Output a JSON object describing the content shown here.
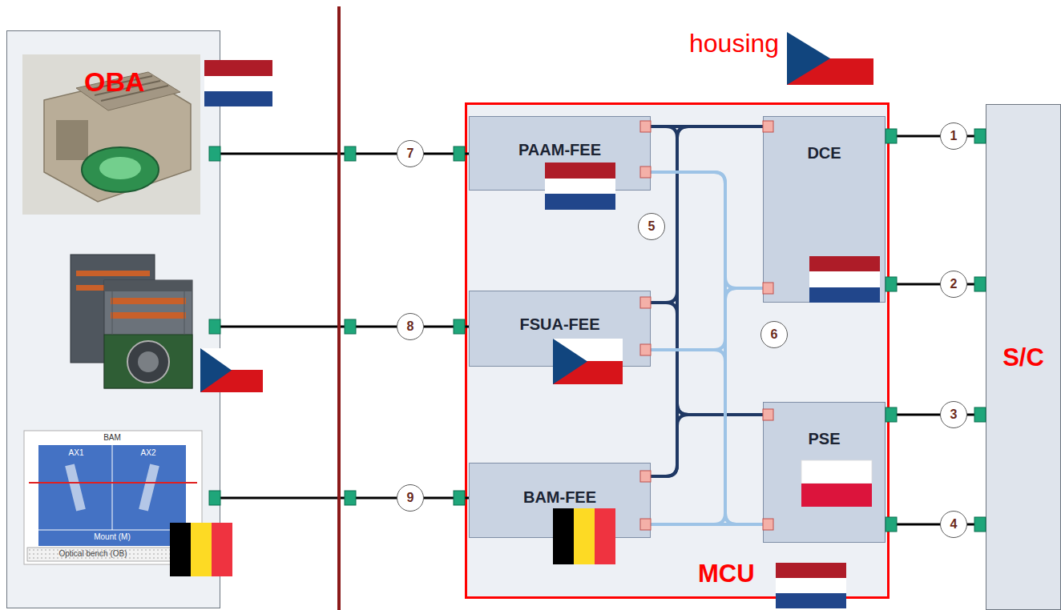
{
  "diagram": {
    "nodes": [
      {
        "text": [
          "OBA"
        ]
      },
      {
        "text": [
          "MCU"
        ]
      },
      {
        "text": [
          "PAAM-FEE"
        ],
        "in": 1
      },
      {
        "text": [
          "FSUA-FEE"
        ],
        "in": 1
      },
      {
        "text": [
          "BAM-FEE"
        ],
        "in": 1
      },
      {
        "text": [
          "DCE"
        ],
        "in": 1
      },
      {
        "text": [
          "PSE"
        ],
        "in": 1
      },
      {
        "text": [
          "S/C"
        ]
      }
    ],
    "edges": [
      {
        "from": 0,
        "to": 2,
        "label": "7",
        "arrow": "none"
      },
      {
        "from": 0,
        "to": 3,
        "label": "8",
        "arrow": "none"
      },
      {
        "from": 0,
        "to": 4,
        "label": "9",
        "arrow": "none"
      },
      {
        "from": 5,
        "to": 7,
        "label": "1",
        "arrow": "none"
      },
      {
        "from": 5,
        "to": 7,
        "label": "2",
        "arrow": "none"
      },
      {
        "from": 6,
        "to": 7,
        "label": "3",
        "arrow": "none"
      },
      {
        "from": 6,
        "to": 7,
        "label": "4",
        "arrow": "none"
      },
      {
        "from": 2,
        "to": 5,
        "arrow": "none"
      },
      {
        "from": 3,
        "to": 5,
        "arrow": "none"
      },
      {
        "from": 4,
        "to": 5,
        "arrow": "none"
      },
      {
        "from": 2,
        "to": 6,
        "arrow": "none"
      },
      {
        "from": 3,
        "to": 6,
        "arrow": "none"
      },
      {
        "from": 4,
        "to": 6,
        "arrow": "none"
      },
      {
        "from": 2,
        "to": 5,
        "arrow": "none"
      },
      {
        "from": 3,
        "to": 5,
        "arrow": "none"
      },
      {
        "from": 4,
        "to": 5,
        "arrow": "none"
      },
      {
        "from": 2,
        "to": 6,
        "arrow": "none"
      },
      {
        "from": 3,
        "to": 6,
        "arrow": "none"
      },
      {
        "from": 4,
        "to": 6,
        "arrow": "none"
      }
    ],
    "labels": [
      "housing",
      "5",
      "6",
      "BAM",
      "AX1",
      "AX2",
      "Mount (M)",
      "Optical bench (OB)"
    ]
  }
}
